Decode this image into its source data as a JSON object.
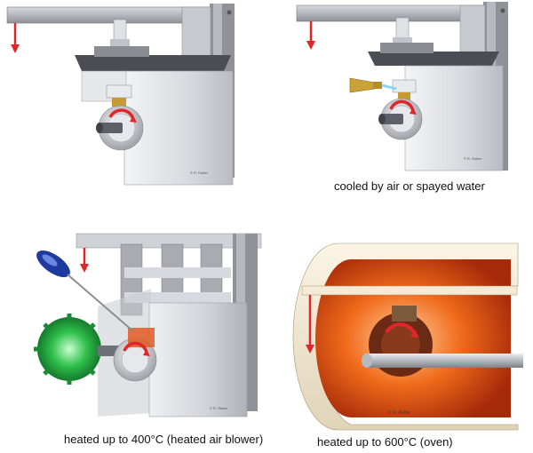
{
  "panels": [
    {
      "copyright": "© R. Rutter"
    },
    {
      "copyright": "© R. Rutter",
      "caption": "cooled by air or spayed water"
    },
    {
      "copyright": "© R. Rutter",
      "caption": "heated up to 400°C (heated air blower)"
    },
    {
      "copyright": "© R. Rutter",
      "caption": "heated up to 600°C (oven)"
    }
  ],
  "colors": {
    "arrow": "#e0262a",
    "steel_light": "#eef0f3",
    "steel_mid": "#c9ccd2",
    "steel_dark": "#7c7f86",
    "bar_dark": "#3f4248",
    "nozzle": "#c9a23a",
    "blower": "#1e3a9e",
    "gear_green": "#2fbf4a",
    "oven_hot": "#f06a1a",
    "oven_shell": "#f4ead5"
  }
}
